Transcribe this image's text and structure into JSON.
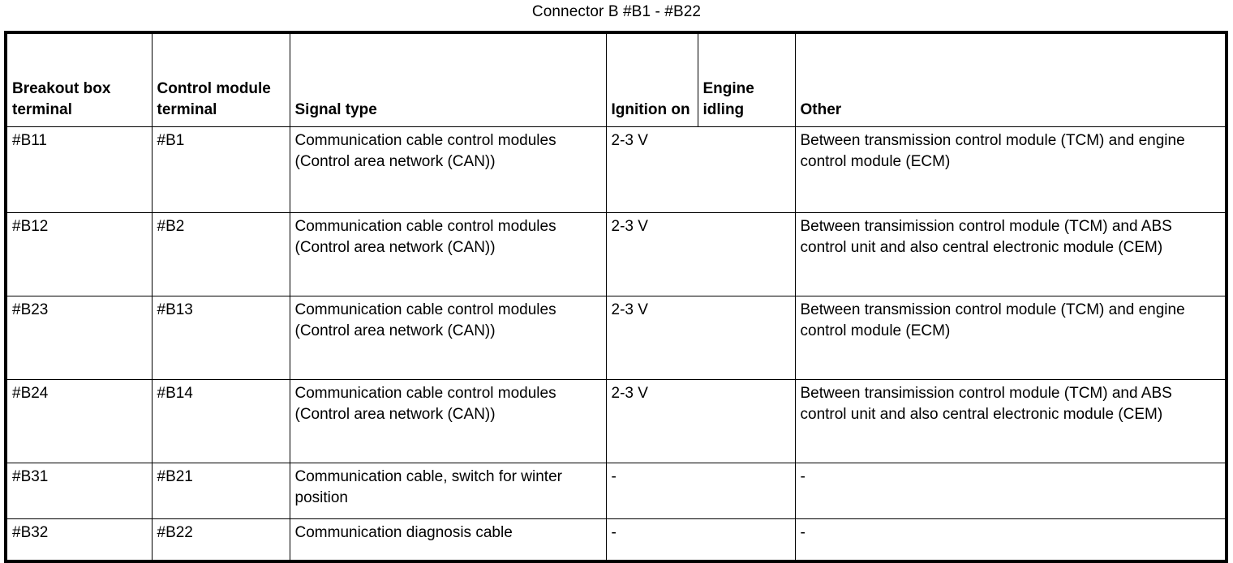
{
  "title": "Connector B #B1 - #B22",
  "table": {
    "headers": {
      "breakout_terminal": "Breakout box terminal",
      "control_module_terminal": "Control module terminal",
      "signal_type": "Signal type",
      "ignition_on": "Ignition on",
      "engine_idling": "Engine idling",
      "other": "Other"
    },
    "rows": [
      {
        "breakout_terminal": "#B11",
        "control_module_terminal": "#B1",
        "signal_type": "Communication cable control modules (Control area network (CAN))",
        "ignition_on": "2-3 V",
        "other": "Between transmission control module (TCM) and engine control module (ECM)"
      },
      {
        "breakout_terminal": "#B12",
        "control_module_terminal": "#B2",
        "signal_type": "Communication cable control modules (Control area network (CAN))",
        "ignition_on": "2-3 V",
        "other": "Between transimission control module (TCM) and ABS control unit and also central electronic module (CEM)"
      },
      {
        "breakout_terminal": "#B23",
        "control_module_terminal": "#B13",
        "signal_type": "Communication cable control modules (Control area network (CAN))",
        "ignition_on": "2-3 V",
        "other": "Between transmission control module (TCM) and engine control module (ECM)"
      },
      {
        "breakout_terminal": "#B24",
        "control_module_terminal": "#B14",
        "signal_type": "Communication cable control modules (Control area network (CAN))",
        "ignition_on": "2-3 V",
        "other": "Between transimission control module (TCM) and ABS control unit and also central electronic module (CEM)"
      },
      {
        "breakout_terminal": "#B31",
        "control_module_terminal": "#B21",
        "signal_type": "Communication cable, switch for winter position",
        "ignition_on": "-",
        "other": "-"
      },
      {
        "breakout_terminal": "#B32",
        "control_module_terminal": "#B22",
        "signal_type": "Communication diagnosis cable",
        "ignition_on": "-",
        "other": "-"
      }
    ]
  }
}
